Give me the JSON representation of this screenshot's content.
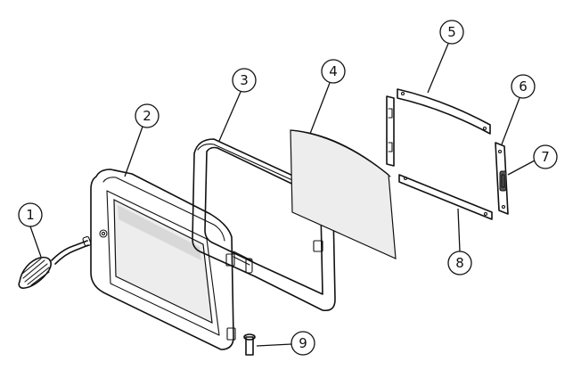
{
  "callouts": [
    {
      "id": "1",
      "label": "1"
    },
    {
      "id": "2",
      "label": "2"
    },
    {
      "id": "3",
      "label": "3"
    },
    {
      "id": "4",
      "label": "4"
    },
    {
      "id": "5",
      "label": "5"
    },
    {
      "id": "6",
      "label": "6"
    },
    {
      "id": "7",
      "label": "7"
    },
    {
      "id": "8",
      "label": "8"
    },
    {
      "id": "9",
      "label": "9"
    }
  ],
  "colors": {
    "line": "#111111",
    "background": "#ffffff",
    "glass": "#ededed"
  }
}
